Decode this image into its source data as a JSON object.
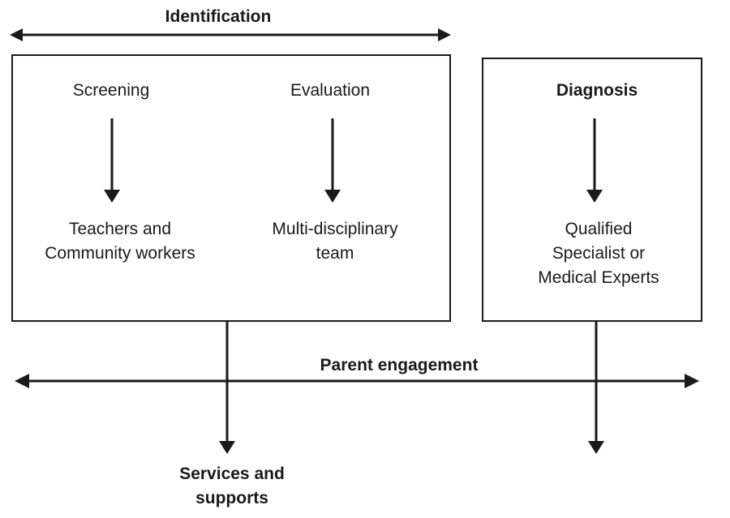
{
  "identification": {
    "label": "Identification"
  },
  "left_box": {
    "screening": {
      "title": "Screening",
      "actor_line1": "Teachers and",
      "actor_line2": "Community workers"
    },
    "evaluation": {
      "title": "Evaluation",
      "actor_line1": "Multi-disciplinary",
      "actor_line2": "team"
    }
  },
  "right_box": {
    "diagnosis": {
      "title": "Diagnosis",
      "actor_line1": "Qualified",
      "actor_line2": "Specialist or",
      "actor_line3": "Medical Experts"
    }
  },
  "parent_engagement": {
    "label": "Parent engagement"
  },
  "services": {
    "line1": "Services and",
    "line2": "supports"
  },
  "colors": {
    "ink": "#1a1a1a",
    "background": "#ffffff"
  }
}
